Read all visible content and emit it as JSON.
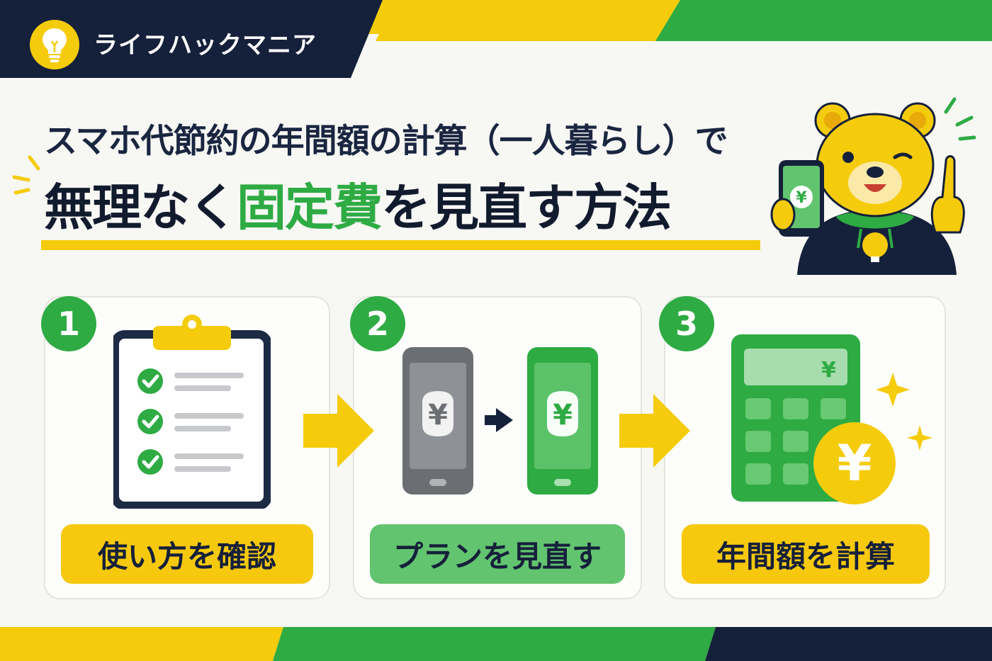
{
  "brand": {
    "name": "ライフハックマニア"
  },
  "headline": {
    "line1": "スマホ代節約の年間額の計算（一人暮らし）で",
    "line2_pre": "無理なく",
    "line2_highlight": "固定費",
    "line2_post": "を見直す方法"
  },
  "steps": [
    {
      "number": "1",
      "label": "使い方を確認"
    },
    {
      "number": "2",
      "label": "プランを見直す"
    },
    {
      "number": "3",
      "label": "年間額を計算"
    }
  ],
  "symbols": {
    "yen": "¥"
  },
  "colors": {
    "navy": "#15203a",
    "yellow": "#f5cc0c",
    "green": "#2eab43",
    "light_green": "#62c46f"
  }
}
